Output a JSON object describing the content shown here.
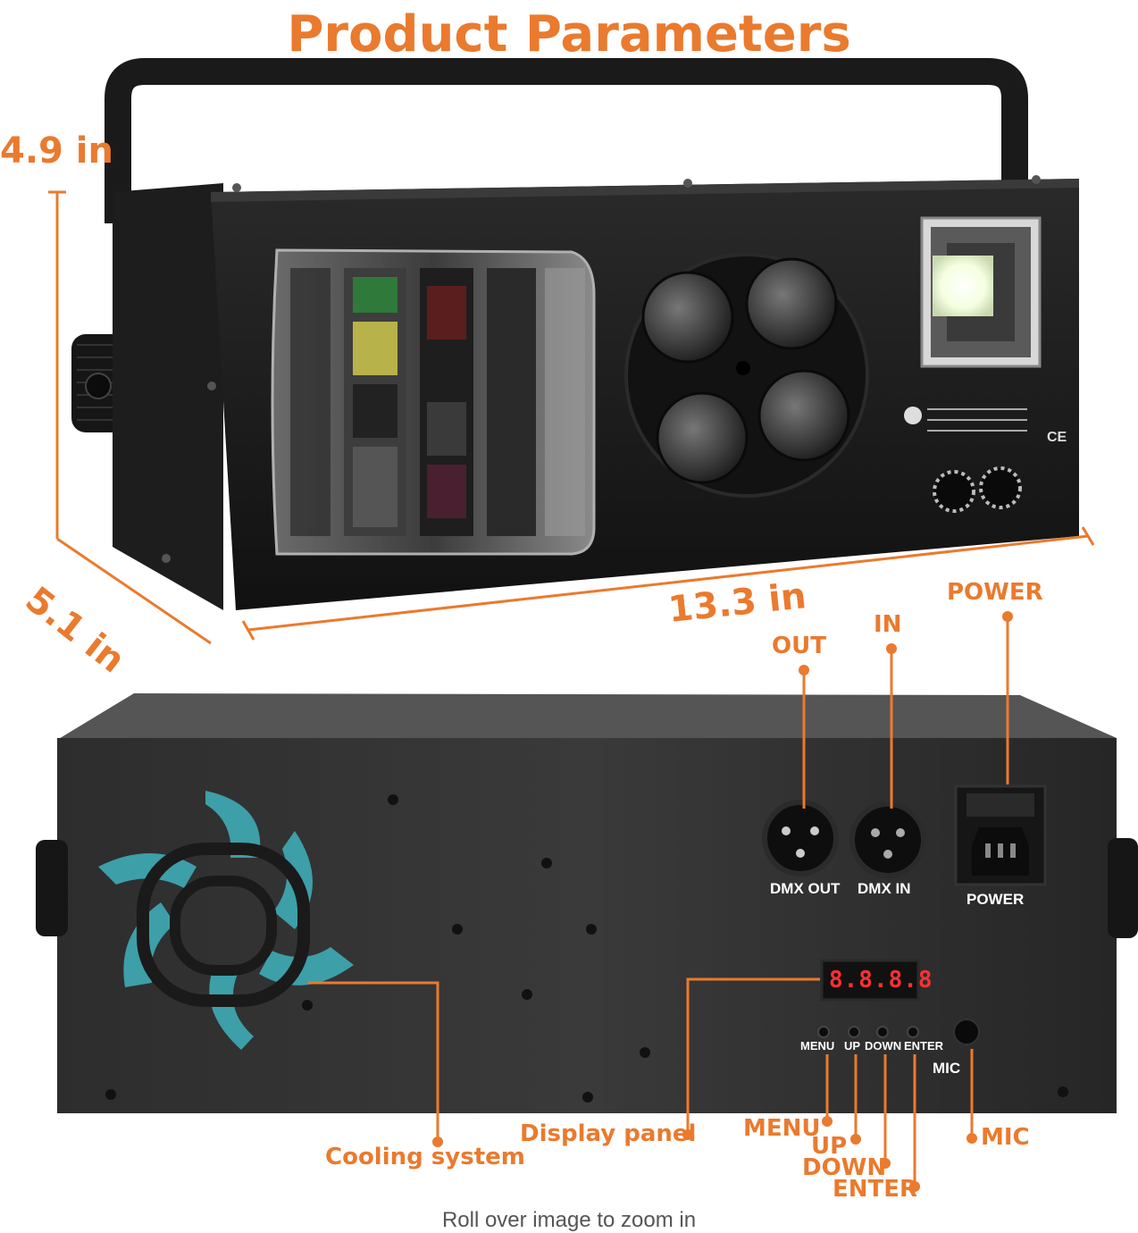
{
  "title": "Product Parameters",
  "colors": {
    "accent": "#ea7a2e",
    "teal": "#3fb3bd",
    "body": "#1c1c1c",
    "back_panel": "#2e2e2e"
  },
  "dimensions": {
    "height": "4.9 in",
    "depth": "5.1 in",
    "width": "13.3 in"
  },
  "callouts": {
    "power": "POWER",
    "dmx_out": "OUT",
    "dmx_in": "IN",
    "cooling": "Cooling system",
    "display": "Display panel",
    "menu": "MENU",
    "up": "UP",
    "down": "DOWN",
    "enter": "ENTER",
    "mic": "MIC"
  },
  "panel_labels": {
    "dmx_out": "DMX OUT",
    "dmx_in": "DMX IN",
    "power": "POWER",
    "menu": "MENU",
    "up": "UP",
    "down": "DOWN",
    "enter": "ENTER",
    "mic": "MIC",
    "display_readout": "8.8.8.8"
  },
  "icons": [
    "cooling-fan-icon",
    "xlr-female-socket-icon",
    "xlr-male-socket-icon",
    "iec-power-socket-icon",
    "ce-mark-icon",
    "laser-warning-icon"
  ],
  "footer": "Roll over image to zoom in"
}
